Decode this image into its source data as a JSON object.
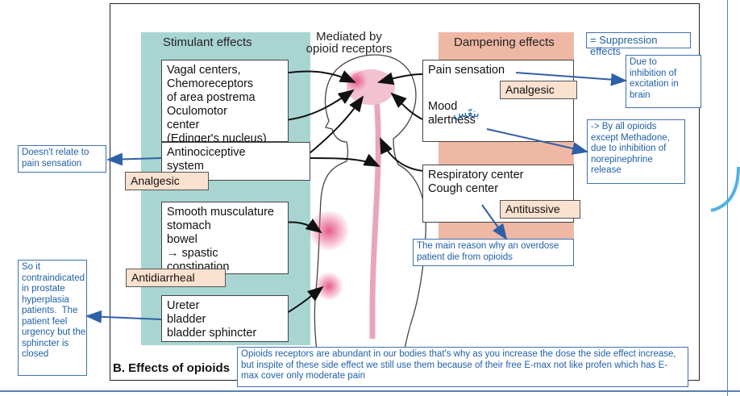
{
  "figure": {
    "mediated": "Mediated by\nopioid receptors",
    "stimulant_header": "Stimulant effects",
    "dampening_header": "Dampening effects",
    "caption": "B. Effects of opioids",
    "boxes": {
      "vagal": "Vagal centers,\nChemoreceptors\nof area postrema\nOculomotor\ncenter\n(Edinger's nucleus)",
      "antinociceptive": "Antinociceptive\nsystem",
      "smooth": "Smooth musculature\nstomach\nbowel\n→ spastic\nconstipation",
      "ureter": "Ureter\nbladder\nbladder sphincter",
      "pain": "Pain sensation",
      "mood": "Mood\nalertness",
      "respiratory": "Respiratory center\nCough center"
    },
    "tags": {
      "analgesic_left": "Analgesic",
      "antidiarrheal": "Antidiarrheal",
      "analgesic_right": "Analgesic",
      "antitussive": "Antitussive"
    },
    "arabic_word": "بنعّس"
  },
  "notes": {
    "suppression": "= Suppression effects",
    "inhibition": "Due to\ninhibition of\nexcitation in\nbrain",
    "methadone": "-> By all opioids\nexcept Methadone,\ndue to inhibition of\nnorepinephrine\nrelease",
    "not_pain": "Doesn't relate to\npain sensation",
    "prostate": "So it\ncontraindicated\nin prostate\nhyperplasia\npatients.  The\npatient feel\nurgency but the\nsphincter is\nclosed",
    "overdose": "The main reason why an overdose\npatient die from opioids",
    "receptors": "Opioids receptors are abundant in our bodies that's why as you increase the dose the side effect increase, but inspite of these side effect we still use them because of their free E-max not like profen which has E-max cover only moderate pain"
  },
  "colors": {
    "teal": "#a8d5d2",
    "salmon": "#efb8a5",
    "tag": "#fbe1cf",
    "note_text": "#1f5fa8",
    "arrow_blue": "#2f5fa8"
  }
}
